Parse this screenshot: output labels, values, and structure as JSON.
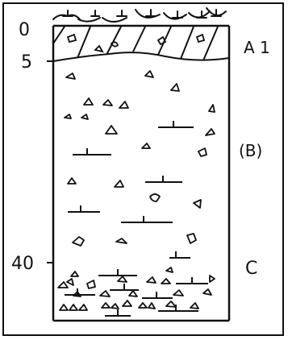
{
  "depth_labels": {
    "top": "0",
    "a1_boundary": "5",
    "c_boundary": "40"
  },
  "horizon_labels": {
    "a1": "A 1",
    "b": "(B)",
    "c": "C"
  }
}
